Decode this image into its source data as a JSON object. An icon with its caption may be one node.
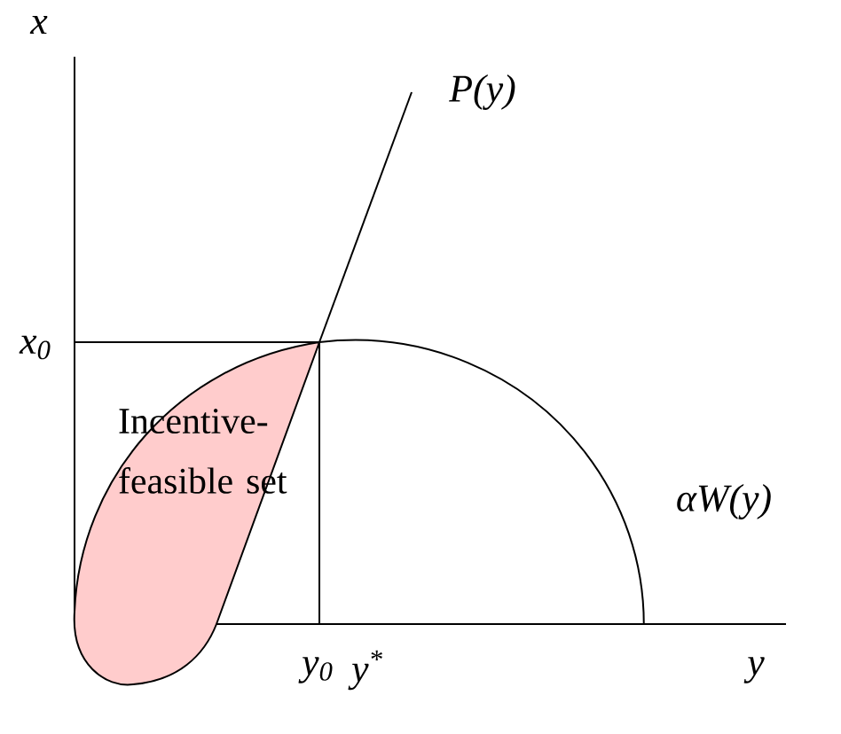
{
  "diagram": {
    "nodes": [
      {
        "text": [
          "Incentive-feasible set"
        ]
      }
    ],
    "labels": [
      "x",
      "P(y)",
      "x$_{0}$",
      "αW(y)",
      "y$_{0}$",
      "y$^{*}$",
      "y"
    ]
  }
}
